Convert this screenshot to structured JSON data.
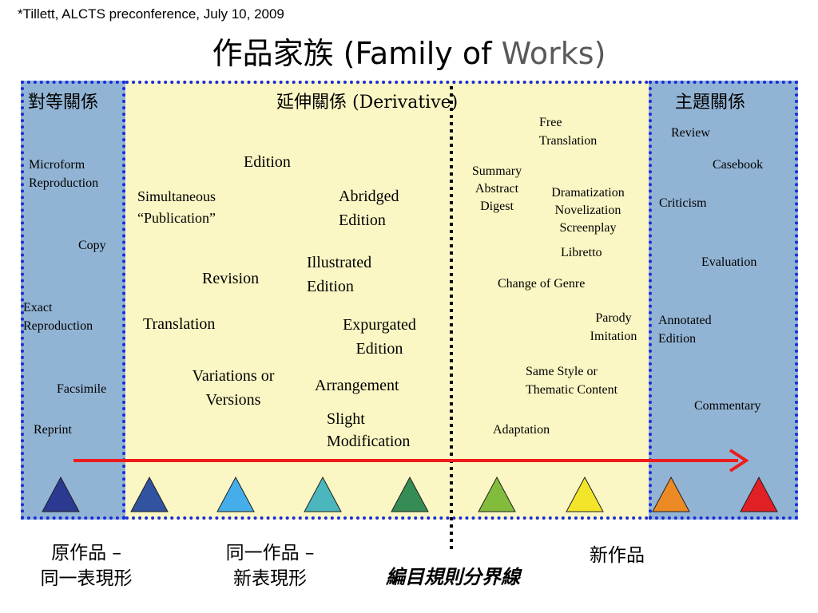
{
  "citation": "*Tillett, ALCTS preconference, July 10, 2009",
  "title": {
    "zh": "作品家族",
    "en_open": "(Family of",
    "en_works": "Works)"
  },
  "headers": {
    "left": "對等關係",
    "middle": "延伸關係 (Derivative)",
    "right": "主題關係"
  },
  "left_items": {
    "microform": [
      "Microform",
      "Reproduction"
    ],
    "copy": "Copy",
    "exact": [
      "Exact",
      "Reproduction"
    ],
    "facsimile": "Facsimile",
    "reprint": "Reprint"
  },
  "middle_items": {
    "edition": "Edition",
    "simultaneous": [
      "Simultaneous",
      "“Publication”"
    ],
    "abridged": [
      "Abridged",
      "Edition"
    ],
    "illustrated": [
      "Illustrated",
      "Edition"
    ],
    "revision": "Revision",
    "translation": "Translation",
    "expurgated": [
      "Expurgated",
      "Edition"
    ],
    "variations": [
      "Variations or",
      "Versions"
    ],
    "arrangement": "Arrangement",
    "slight": [
      "Slight",
      "Modification"
    ],
    "free_translation": [
      "Free",
      "Translation"
    ],
    "summary": [
      "Summary",
      "Abstract",
      "Digest"
    ],
    "dramatization": [
      "Dramatization",
      "Novelization",
      "Screenplay"
    ],
    "libretto": "Libretto",
    "change_genre": "Change of Genre",
    "parody": [
      "Parody",
      "Imitation"
    ],
    "same_style": [
      "Same Style or",
      "Thematic Content"
    ],
    "adaptation": "Adaptation"
  },
  "right_items": {
    "review": "Review",
    "casebook": "Casebook",
    "criticism": "Criticism",
    "evaluation": "Evaluation",
    "annotated": [
      "Annotated",
      "Edition"
    ],
    "commentary": "Commentary"
  },
  "bottom_labels": {
    "original": [
      "原作品 –",
      "同一表現形"
    ],
    "same_work": [
      "同一作品 –",
      "新表現形"
    ],
    "boundary": "編目規則分界線",
    "new_work": "新作品"
  },
  "colors": {
    "panel_blue": "#92b4d4",
    "panel_yellow": "#fbf7c4",
    "border_blue": "#1a2bdc",
    "arrow_red": "#ee1c1c",
    "triangles": [
      "#2b3990",
      "#3153a0",
      "#45aeea",
      "#4bb6be",
      "#358c55",
      "#82bc3c",
      "#f2e52a",
      "#ec8a26",
      "#e12026"
    ]
  },
  "icons": {
    "arrow": "timeline-arrow-icon",
    "triangle": "triangle-icon"
  }
}
